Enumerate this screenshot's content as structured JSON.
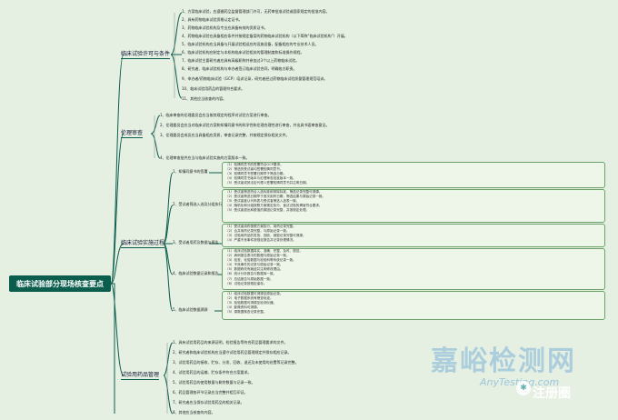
{
  "root": {
    "title": "临床试验部分现场核查要点"
  },
  "branches": {
    "b1": "临床试验许可与条件",
    "b2": "伦理审查",
    "b3": "临床试验实施过程",
    "b4": "试验用药品管理"
  },
  "section1": [
    "1、方案临床试验，应遵循药品监督管理部门许可，无药审批准试验或国家规定的批准内容。",
    "2、具有药物临床试验资格认定证书。",
    "3、药物临床试验机构及专业应具备有效的资质证书。",
    "4、药物临床试验在具备相应条件并按规定备案的药物临床试验机构（以下简称“临床试验机构”）开展。",
    "5、临床试验机构应当具备与开展试验相适应的设施设备，配备相应的专业技术人员。",
    "6、临床试验机构应制定与本机构临床试验相关的管理制度和标准操作规程。",
    "7、临床试验主要研究者应具有高级职称并参加过3个以上药物临床试验。",
    "8、研究者、临床试验机构与申办者签订临床试验合同，明确各方职责。",
    "9、申办者/药物临床试验（GCP）培训记录，研究者经过药物临床试验质量管理规范培训。",
    "10、临床试验用药品的管理符合要求。",
    "11、其他应当核查的内容。"
  ],
  "section2": [
    "1、临床审查的伦理委员会应当按其规定的程序对试验方案进行审查。",
    "2、伦理委员会应当对临床试验方案和知情同意书的科学性和伦理合理性进行审查，并出具书面审查意见。",
    "3、伦理委员会成员应当具备相应资质，审查记录完整，并按规定保存相关文件。",
    "4、伦理审查批件应当与临床试验实施的方案版本一致。"
  ],
  "section3_labels": [
    "1、知情同意书的签署",
    "2、受试者筛选入选及分组执行",
    "3、受试者用药及数据与报告",
    "4、临床试验数据记录和报告",
    "5、临床试验数据溯源"
  ],
  "section3_boxes": [
    [
      "（1）知情同意书的签署符合GCP要求。",
      "（2）筛选的受试者均签署知情同意书。",
      "（3）知情同意书签署日期早于筛选日期。",
      "（4）知情同意书版本与伦理审查批准版本一致。",
      "（5）受试者或其法定代理人签署知情同意书并注明日期。"
    ],
    [
      "（1）受试者筛选符合入选标准和排除标准，筛选记录完整可溯源。",
      "（2）受试者筛选日期早于首次用药日期，筛选结果与原始记录一致。",
      "（3）受试者鉴认代码表与受试者筛选入选表一致。",
      "（4）随机化和分组按照方案规定执行，盲法试验的揭盲符合要求。",
      "（5）受试者退出和脱落的原因记录完整，并按规定处理。"
    ],
    [
      "（1）受试者用药按照方案执行，用药记录完整。",
      "（2）合并用药记录完整，与原始记录一致。",
      "（3）试验用药品的发放、回收、销毁记录完整可溯源。",
      "（4）严重不良事件按规定报告并记录处理情况。"
    ],
    [
      "（1）临床试验数据真实、准确、完整、及时、规范。",
      "（2）病例报告表中的数据与原始记录一致。",
      "（3）检查、化验数据与检验科等系统记录一致。",
      "（4）不良事件的记录与原始记录一致。",
      "（5）数据修改有痕迹并注明修改理由。",
      "（6）统计分析报告与数据库一致。",
      "（7）总结报告与原始数据一致。",
      "（8）试验记录按规定保存。"
    ],
    [
      "（1）临床试验数据可溯源至原始记录。",
      "（2）电子数据系统有稽查轨迹。",
      "（3）检验数据可溯源至检测仪器。",
      "（4）影像资料可溯源。",
      "（5）源数据核查记录完整。"
    ]
  ],
  "section4": [
    "1、具有试验用药品的来源证明，检验报告等符合药品管理要求的文件。",
    "2、研究者和临床试验机构应当遵守试验用药品管理规定并保存相应记录。",
    "3、试验用药品的接收、贮存、分发、回收、退还及未使用的处置等记录完整。",
    "4、试验用药品的运输、贮存条件符合方案要求。",
    "5、试验用药品的使用数量与剩余数量与记录一致。",
    "6、药品管理各环节记录应当完整并相互印证。",
    "7、研究者应当保存试验用药品的相关记录。",
    "8、其他应当核查的内容。"
  ],
  "watermark": {
    "main": "嘉峪检测网",
    "url": "AnyTesting.com",
    "brand": "注册圈"
  }
}
